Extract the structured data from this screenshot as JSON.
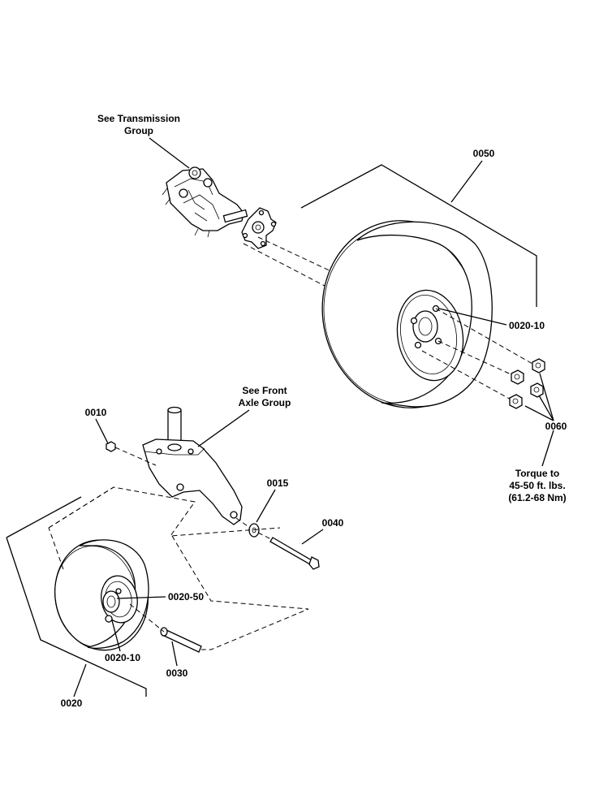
{
  "callouts": {
    "transmission": [
      "See Transmission",
      "Group"
    ],
    "front_axle": [
      "See Front",
      "Axle Group"
    ],
    "torque": [
      "Torque to",
      "45-50 ft. lbs.",
      "(61.2-68 Nm)"
    ],
    "p0050": "0050",
    "p0020_10_rear": "0020-10",
    "p0060": "0060",
    "p0010": "0010",
    "p0015": "0015",
    "p0040": "0040",
    "p0020_50": "0020-50",
    "p0020_10_front": "0020-10",
    "p0030": "0030",
    "p0020": "0020"
  }
}
